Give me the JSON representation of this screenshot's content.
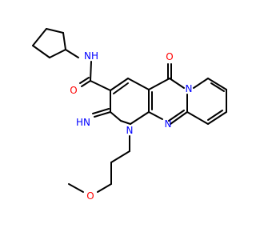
{
  "molecule": {
    "atoms": {
      "nh_amide": "NH",
      "o_amide": "O",
      "o_ketone": "O",
      "nh_imine": "HN",
      "n_ring1": "N",
      "n_ring2": "N",
      "n_ring3": "N",
      "o_ether": "O"
    },
    "colors": {
      "nitrogen": "#0000ff",
      "oxygen": "#ff0000",
      "carbon_bond": "#000000",
      "background": "#ffffff"
    }
  }
}
